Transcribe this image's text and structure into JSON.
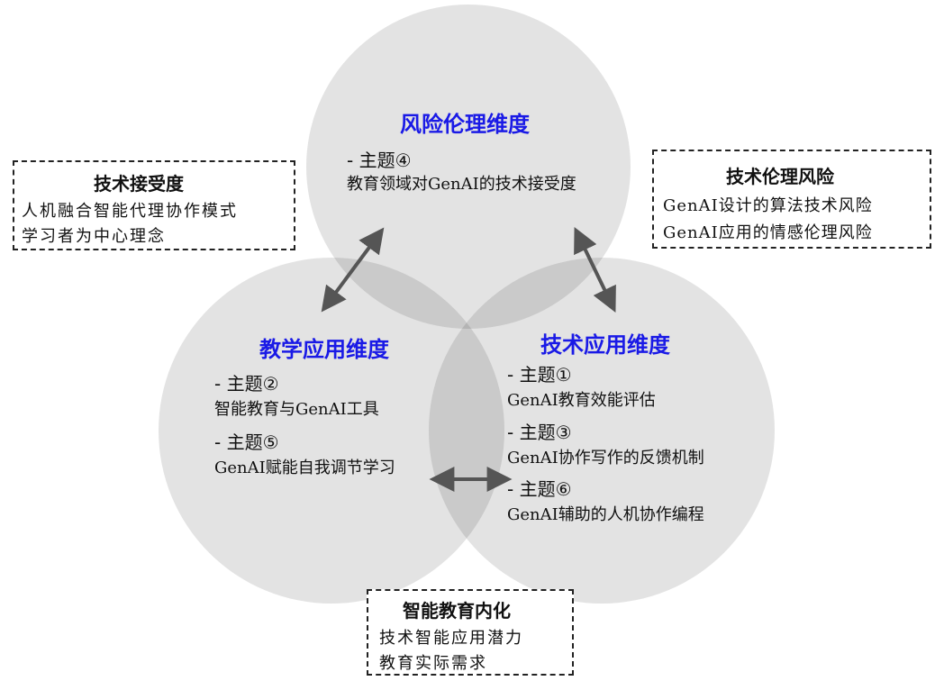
{
  "colors": {
    "circle_fill": "#e3e3e3",
    "title_blue": "#1a1ae6",
    "arrow": "#555555",
    "box_border": "#222222"
  },
  "circles": {
    "risk": {
      "title": "风险伦理维度",
      "topics": [
        {
          "label": "- 主题④",
          "desc": "教育领域对GenAI的技术接受度"
        }
      ]
    },
    "teaching": {
      "title": "教学应用维度",
      "topics": [
        {
          "label": "- 主题②",
          "desc": "智能教育与GenAI工具"
        },
        {
          "label": "- 主题⑤",
          "desc": "GenAI赋能自我调节学习"
        }
      ]
    },
    "tech": {
      "title": "技术应用维度",
      "topics": [
        {
          "label": "- 主题①",
          "desc": "GenAI教育效能评估"
        },
        {
          "label": "- 主题③",
          "desc": "GenAI协作写作的反馈机制"
        },
        {
          "label": "- 主题⑥",
          "desc": "GenAI辅助的人机协作编程"
        }
      ]
    }
  },
  "boxes": {
    "acceptance": {
      "title": "技术接受度",
      "lines": [
        "人机融合智能代理协作模式",
        "学习者为中心理念"
      ]
    },
    "ethics": {
      "title": "技术伦理风险",
      "lines": [
        "GenAI设计的算法技术风险",
        "GenAI应用的情感伦理风险"
      ]
    },
    "internalization": {
      "title": "智能教育内化",
      "lines": [
        "技术智能应用潜力",
        "教育实际需求"
      ]
    }
  }
}
